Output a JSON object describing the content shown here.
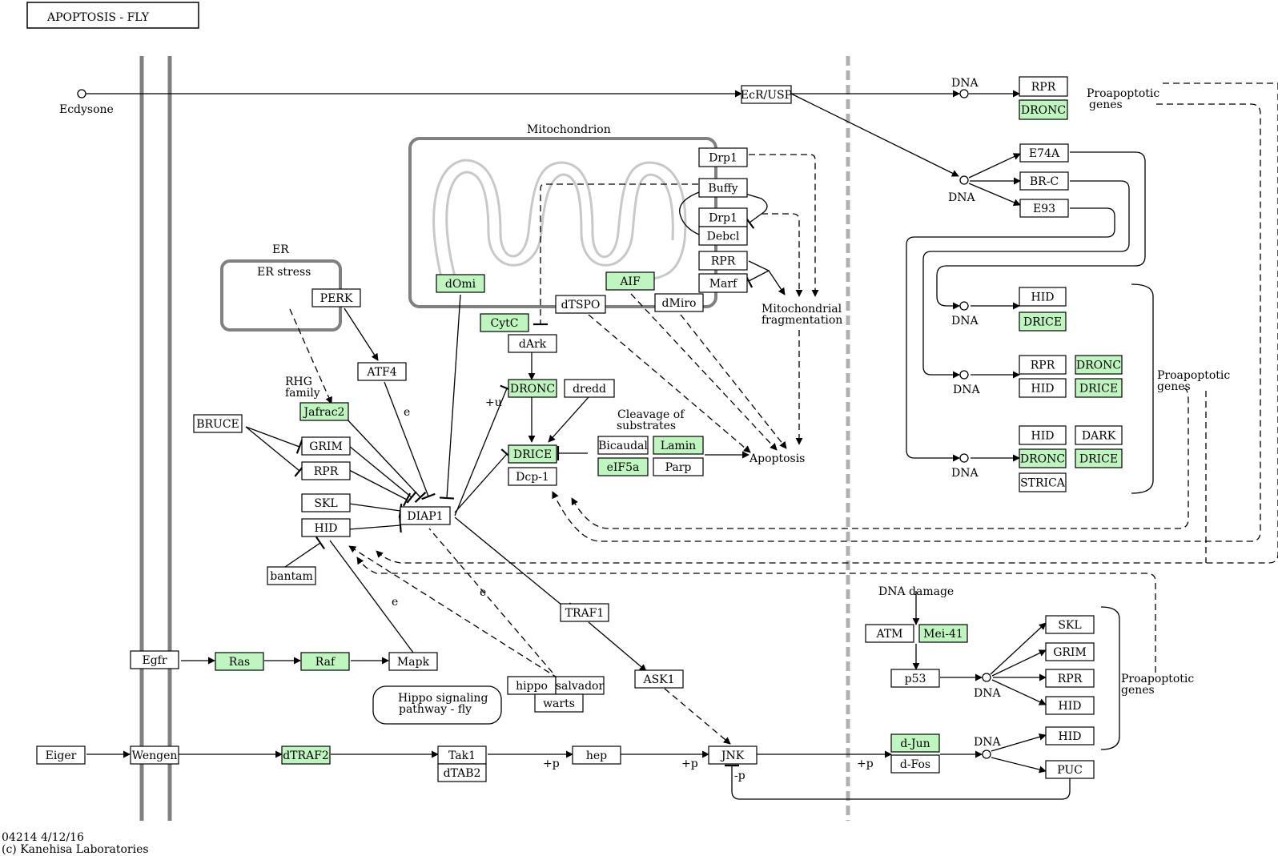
{
  "title": "APOPTOSIS - FLY",
  "footer": {
    "map_id": "04214 4/12/16",
    "copyright": "(c) Kanehisa Laboratories"
  },
  "colors": {
    "highlight": "#bff5bf",
    "plain": "#ffffff",
    "membrane": "#808080"
  },
  "labels": {
    "ecdysone": "Ecdysone",
    "mito": "Mitochondrion",
    "er": "ER",
    "er_stress": "ER stress",
    "rhg1": "RHG",
    "rhg2": "family",
    "cleav1": "Cleavage of",
    "cleav2": "substrates",
    "mitofrag1": "Mitochondrial",
    "mitofrag2": "fragmentation",
    "apoptosis": "Apoptosis",
    "dna_damage": "DNA damage",
    "dna": "DNA",
    "proap1": "Proapoptotic",
    "proap2": "genes",
    "hippo1": "Hippo signaling",
    "hippo2": "pathway - fly",
    "plus_u": "+u",
    "plus_p": "+p",
    "minus_p": "-p",
    "e": "e"
  },
  "nodes": {
    "ecr_usp": "EcR/USP",
    "rpr_top": "RPR",
    "dronc_top": "DRONC",
    "e74a": "E74A",
    "brc": "BR-C",
    "e93": "E93",
    "hid_t1": "HID",
    "drice_t1": "DRICE",
    "rpr_t2": "RPR",
    "dronc_t2": "DRONC",
    "hid_t2": "HID",
    "drice_t2": "DRICE",
    "hid_t3": "HID",
    "dark_t3": "DARK",
    "dronc_t3": "DRONC",
    "drice_t3": "DRICE",
    "strica_t3": "STRICA",
    "drp1_a": "Drp1",
    "buffy": "Buffy",
    "drp1_b": "Drp1",
    "debcl": "Debcl",
    "rpr_m": "RPR",
    "marf": "Marf",
    "domi": "dOmi",
    "aif": "AIF",
    "cytc": "CytC",
    "dtspo": "dTSPO",
    "dmiro": "dMiro",
    "dark": "dArk",
    "dronc": "DRONC",
    "dredd": "dredd",
    "drice": "DRICE",
    "dcp1": "Dcp-1",
    "bicaudal": "Bicaudal",
    "lamin": "Lamin",
    "eif5a": "eIF5a",
    "parp": "Parp",
    "perk": "PERK",
    "atf4": "ATF4",
    "jafrac2": "Jafrac2",
    "bruce": "BRUCE",
    "grim": "GRIM",
    "rpr": "RPR",
    "skl": "SKL",
    "hid": "HID",
    "diap1": "DIAP1",
    "bantam": "bantam",
    "traf1": "TRAF1",
    "ask1": "ASK1",
    "egfr": "Egfr",
    "ras": "Ras",
    "raf": "Raf",
    "mapk": "Mapk",
    "hippo": "hippo",
    "salvador": "salvador",
    "warts": "warts",
    "eiger": "Eiger",
    "wengen": "Wengen",
    "dtraf2": "dTRAF2",
    "tak1": "Tak1",
    "dtab2": "dTAB2",
    "hep": "hep",
    "jnk": "JNK",
    "atm": "ATM",
    "mei41": "Mei-41",
    "p53": "p53",
    "skl_r": "SKL",
    "grim_r": "GRIM",
    "rpr_r": "RPR",
    "hid_r": "HID",
    "djun": "d-Jun",
    "dfos": "d-Fos",
    "hid_r2": "HID",
    "puc": "PUC"
  }
}
